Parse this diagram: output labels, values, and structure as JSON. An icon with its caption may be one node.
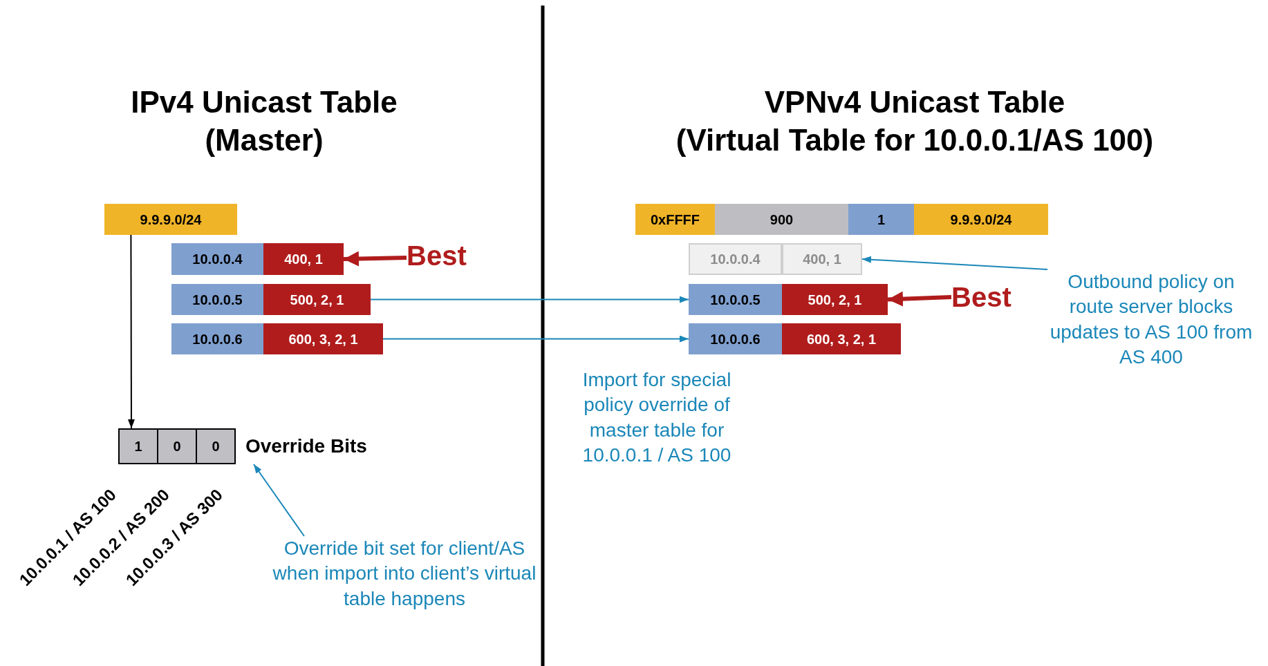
{
  "diagram": {
    "nodes": [
      {
        "text": [
          "9.9.9.0/24"
        ]
      },
      {
        "text": [
          "10.0.0.4"
        ]
      },
      {
        "text": [
          "400, 1"
        ]
      },
      {
        "text": [
          "10.0.0.5"
        ]
      },
      {
        "text": [
          "500, 2, 1"
        ]
      },
      {
        "text": [
          "10.0.0.6"
        ]
      },
      {
        "text": [
          "600, 3, 2, 1"
        ]
      },
      {
        "text": [
          "Best"
        ]
      },
      {
        "text": [
          "Override Bits"
        ]
      },
      {
        "text": [
          "1"
        ],
        "in": 8
      },
      {
        "text": [
          "0"
        ],
        "in": 8
      },
      {
        "text": [
          "0"
        ],
        "in": 8
      },
      {
        "text": [
          "Override bit set for client/AS when import into client’s virtual table happens"
        ]
      },
      {
        "text": [
          "0xFFFF"
        ]
      },
      {
        "text": [
          "900"
        ]
      },
      {
        "text": [
          "1"
        ]
      },
      {
        "text": [
          "9.9.9.0/24"
        ]
      },
      {
        "text": [
          "10.0.0.4"
        ]
      },
      {
        "text": [
          "400, 1"
        ]
      },
      {
        "text": [
          "10.0.0.5"
        ]
      },
      {
        "text": [
          "500, 2, 1"
        ]
      },
      {
        "text": [
          "10.0.0.6"
        ]
      },
      {
        "text": [
          "600, 3, 2, 1"
        ]
      },
      {
        "text": [
          "Best"
        ]
      },
      {
        "text": [
          "Outbound policy on route server blocks updates to AS 100 from AS 400"
        ]
      }
    ],
    "edges": [
      {
        "from": 0,
        "to": 8,
        "arrow": "to",
        "color": "#000000"
      },
      {
        "from": 7,
        "to": 2,
        "arrow": "to",
        "style": "thick",
        "color": "#b01c1c"
      },
      {
        "from": 4,
        "to": 19,
        "arrow": "to"
      },
      {
        "from": 6,
        "to": 21,
        "arrow": "to"
      },
      {
        "from": 12,
        "to": 8,
        "arrow": "to"
      },
      {
        "from": 23,
        "to": 20,
        "arrow": "to",
        "style": "thick",
        "color": "#b01c1c"
      },
      {
        "from": 24,
        "to": 18,
        "arrow": "to"
      }
    ],
    "labels": [
      "IPv4 Unicast Table",
      "(Master)",
      "VPNv4 Unicast Table",
      "(Virtual Table for 10.0.0.1/AS 100)",
      "Import for special policy override of master table for 10.0.0.1 / AS 100",
      "10.0.0.1 / AS 100",
      "10.0.0.2 / AS 200",
      "10.0.0.3 / AS 300"
    ]
  }
}
